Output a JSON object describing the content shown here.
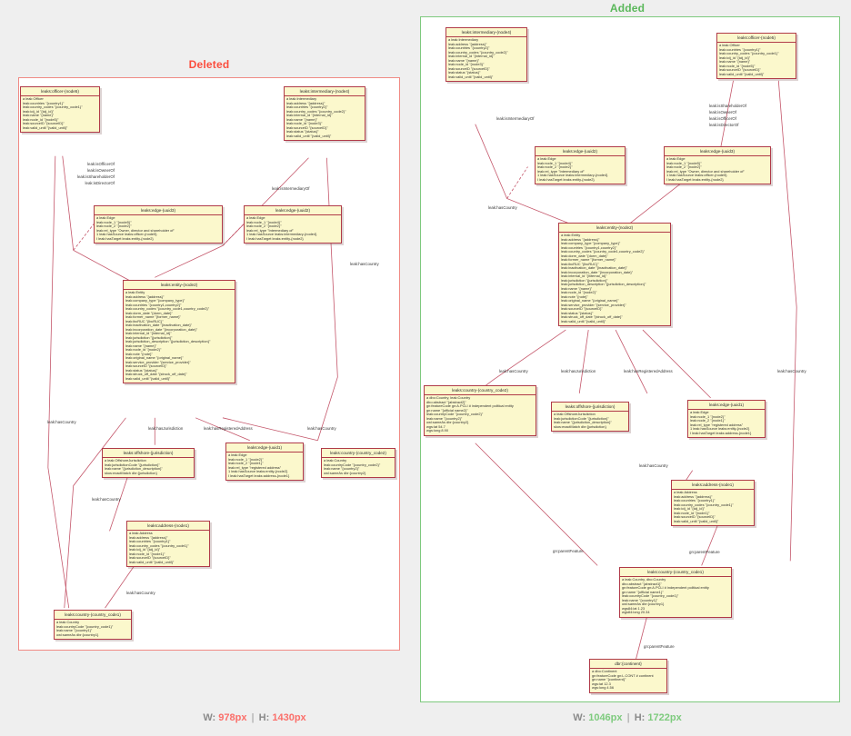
{
  "headings": {
    "deleted": "Deleted",
    "added": "Added"
  },
  "colors": {
    "deleted": "#fb4d3d",
    "added": "#5bb85b",
    "node_fill": "#fbf8cc",
    "node_border": "#b03a48",
    "edge": "#c4566a"
  },
  "footer": {
    "left": {
      "w_label": "W:",
      "w_value": "978px",
      "sep": "|",
      "h_label": "H:",
      "h_value": "1430px"
    },
    "right": {
      "w_label": "W:",
      "w_value": "1046px",
      "sep": "|",
      "h_label": "H:",
      "h_value": "1722px"
    }
  },
  "deleted_panel": {
    "nodes": [
      {
        "id": "d-officer",
        "title": "leaks:officer-(node5)",
        "rows": [
          "a leak:Officer",
          "leak:countries \"{country1}\"",
          "leak:country_codes \"{country_code1}\"",
          "leak:icij_id \"{icij_id}\"",
          "leak:name \"{name}\"",
          "leak:node_id \"{node5}\"",
          "leak:sourceID \"{sourceID}\"",
          "leak:valid_until \"{valid_until}\""
        ]
      },
      {
        "id": "d-intermediary",
        "title": "leaks:intermediary-(node4)",
        "rows": [
          "a leak:Intermediary",
          "leak:address \"{address}\"",
          "leak:countries \"{country2}\"",
          "leak:country_codes \"{country_code2}\"",
          "leak:internal_id \"{internal_id}\"",
          "leak:name \"{name}\"",
          "leak:node_id \"{node3}\"",
          "leak:sourceID \"{sourceID}\"",
          "leak:status \"{status}\"",
          "leak:valid_until \"{valid_until}\""
        ]
      },
      {
        "id": "d-edge3",
        "title": "leaks:edge-(uuid3)",
        "rows": [
          "a leak:Edge",
          "leak:node_1 \"{node5}\"",
          "leak:node_2 \"{node2}\"",
          "leak:rel_type \"Owner, director and shareholder of\"",
          "1 leak:hasSource leaks:officer-{node5}",
          "I leak:hasTarget leaks:entity-{node2}"
        ]
      },
      {
        "id": "d-edge2",
        "title": "leaks:edge-(uuid2)",
        "rows": [
          "a leak:Edge",
          "leak:node_1 \"{node4}\"",
          "leak:node_2 \"{node2}\"",
          "leak:rel_type \"Intermediary of\"",
          "1 leak:hasSource leaks:intermediary-{node4}",
          "I leak:hasTarget leaks:entity-{node2}"
        ]
      },
      {
        "id": "d-entity",
        "title": "leaks:entity-(node2)",
        "rows": [
          "a leak:Entity",
          "leak:address \"{address}\"",
          "leak:company_type \"{company_type}\"",
          "leak:countries \"{country1,country2}\"",
          "leak:country_codes \"{country_code1,country_code2}\"",
          "leak:dorm_date \"{dorm_date}\"",
          "leak:former_name \"{former_name}\"",
          "leak:ibcRUC \"{ibcRUC}\"",
          "leak:inactivation_date \"{inactivation_date}\"",
          "leak:incorporation_date \"{incorporation_date}\"",
          "leak:internal_id \"{internal_id}\"",
          "leak:jurisdiction \"{jurisdiction}\"",
          "leak:jurisdiction_description \"{jurisdiction_description}\"",
          "leak:name \"{name}\"",
          "leak:node_id \"{node2}\"",
          "leak:note \"{note}\"",
          "leak:original_name \"{original_name}\"",
          "leak:service_provider \"{service_provider}\"",
          "leak:sourceID \"{sourceID}\"",
          "leak:status \"{status}\"",
          "leak:struck_off_date \"{struck_off_date}\"",
          "leak:valid_until \"{valid_until}\""
        ]
      },
      {
        "id": "d-offshore",
        "title": "leaks:offshore-(jurisdiction)",
        "rows": [
          "a leak:OffshoreJurisdiction",
          "leak:jurisdictionCode \"{jurisdiction}\"",
          "leak:name \"{jurisdiction_description}\"",
          "skos:exactMatch dbr:{jurisdiction}"
        ]
      },
      {
        "id": "d-edge1",
        "title": "leaks:edge-(uuid1)",
        "rows": [
          "a leak:Edge",
          "leak:node_1 \"{node2}\"",
          "leak:node_2 \"{node1}\"",
          "leak:rel_type \"registered address\"",
          "1 leak:hasSource leaks:entity-{node2}",
          "I leak:hasTarget leaks:address-{node1}"
        ]
      },
      {
        "id": "d-country2",
        "title": "leaks:country-(country_code2)",
        "rows": [
          "a leak:Country",
          "leak:countryCode \"{country_code2}\"",
          "leak:name \"{country2}\"",
          "owl:sameAs dbr:{country2}"
        ]
      },
      {
        "id": "d-address",
        "title": "leaks:address-(node1)",
        "rows": [
          "a leak:Address",
          "leak:address \"{address}\"",
          "leak:countries \"{country1}\"",
          "leak:country_codes \"{country_code1}\"",
          "leak:icij_id \"{icij_id}\"",
          "leak:node_id \"{node1}\"",
          "leak:sourceID \"{sourceID}\"",
          "leak:valid_until \"{valid_until}\""
        ]
      },
      {
        "id": "d-country1",
        "title": "leaks:country-(country_code1)",
        "rows": [
          "a leak:Country",
          "leak:countryCode \"{country_code1}\"",
          "leak:name \"{country1}\"",
          "owl:sameAs dbr:{country1}"
        ]
      }
    ],
    "edge_labels": [
      "leak:isOfficerOf",
      "leak:isOwnerOf",
      "leak:isShareholderOf",
      "leak:isDirectorOf",
      "leak:isIntermediaryOf",
      "leak:hasCountry",
      "leak:hasJurisdiction",
      "leak:hasRegisteredAddress",
      "leak:hasCountry",
      "leak:hasCountry",
      "leak:hasCountry",
      "leak:hasCountry"
    ]
  },
  "added_panel": {
    "nodes": [
      {
        "id": "a-intermediary",
        "title": "leaks:intermediary-(node4)",
        "rows": [
          "a leak:Intermediary",
          "leak:address \"{address}\"",
          "leak:countries \"{country2}\"",
          "leak:country_codes \"{country_code2}\"",
          "leak:internal_id \"{internal_id}\"",
          "leak:name \"{name}\"",
          "leak:node_id \"{node3}\"",
          "leak:sourceID \"{sourceID}\"",
          "leak:status \"{status}\"",
          "leak:valid_until \"{valid_until}\""
        ]
      },
      {
        "id": "a-officer",
        "title": "leaks:officer-(node5)",
        "rows": [
          "a leak:Officer",
          "leak:countries \"{country1}\"",
          "leak:country_codes \"{country_code1}\"",
          "leak:icij_id \"{icij_id}\"",
          "leak:name \"{name}\"",
          "leak:node_id \"{node5}\"",
          "leak:sourceID \"{sourceID}\"",
          "leak:valid_until \"{valid_until}\""
        ]
      },
      {
        "id": "a-edge2",
        "title": "leaks:edge-(uuid2)",
        "rows": [
          "a leak:Edge",
          "leak:node_1 \"{node4}\"",
          "leak:node_2 \"{node2}\"",
          "leak:rel_type \"Intermediary of\"",
          "1 leak:hasSource leaks:intermediary-{node4}",
          "I leak:hasTarget leaks:entity-{node2}"
        ]
      },
      {
        "id": "a-edge3",
        "title": "leaks:edge-(uuid3)",
        "rows": [
          "a leak:Edge",
          "leak:node_1 \"{node5}\"",
          "leak:node_2 \"{node2}\"",
          "leak:rel_type \"Owner, director and shareholder of\"",
          "1 leak:hasSource leaks:officer-{node5}",
          "I leak:hasTarget leaks:entity-{node2}"
        ]
      },
      {
        "id": "a-entity",
        "title": "leaks:entity-(node2)",
        "rows": [
          "a leak:Entity",
          "leak:address \"{address}\"",
          "leak:company_type \"{company_type}\"",
          "leak:countries \"{country1,country2}\"",
          "leak:country_codes \"{country_code1,country_code2}\"",
          "leak:dorm_date \"{dorm_date}\"",
          "leak:former_name \"{former_name}\"",
          "leak:ibcRUC \"{ibcRUC}\"",
          "leak:inactivation_date \"{inactivation_date}\"",
          "leak:incorporation_date \"{incorporation_date}\"",
          "leak:internal_id \"{internal_id}\"",
          "leak:jurisdiction \"{jurisdiction}\"",
          "leak:jurisdiction_description \"{jurisdiction_description}\"",
          "leak:name \"{name}\"",
          "leak:node_id \"{node2}\"",
          "leak:note \"{note}\"",
          "leak:original_name \"{original_name}\"",
          "leak:service_provider \"{service_provider}\"",
          "leak:sourceID \"{sourceID}\"",
          "leak:status \"{status}\"",
          "leak:struck_off_date \"{struck_off_date}\"",
          "leak:valid_until \"{valid_until}\""
        ]
      },
      {
        "id": "a-country2",
        "title": "leaks:country-(country_code2)",
        "rows": [
          "a dbo:Country, leak:Country",
          "dbo:abstract \"{abstract2}\"",
          "gn:featureCode gn:A.PCLI # independent political entity",
          "gn:name \"{official name2}\"",
          "leak:countryCode \"{country_code2}\"",
          "leak:name \"{country2}\"",
          "owl:sameAs dbr:{country2}",
          "wgs:lat 54.7",
          "wgs:long 8.90"
        ]
      },
      {
        "id": "a-offshore",
        "title": "leaks:offshore-(jurisdiction)",
        "rows": [
          "a leak:OffshoreJurisdiction",
          "leak:jurisdictionCode \"{jurisdiction}\"",
          "leak:name \"{jurisdiction_description}\"",
          "skos:exactMatch dbr:{jurisdiction}"
        ]
      },
      {
        "id": "a-edge1",
        "title": "leaks:edge-(uuid1)",
        "rows": [
          "a leak:Edge",
          "leak:node_1 \"{node2}\"",
          "leak:node_2 \"{node1}\"",
          "leak:rel_type \"registered address\"",
          "1 leak:hasSource leaks:entity-{node2}",
          "I leak:hasTarget leaks:address-{node1}"
        ]
      },
      {
        "id": "a-address",
        "title": "leaks:address-(node1)",
        "rows": [
          "a leak:Address",
          "leak:address \"{address}\"",
          "leak:countries \"{country1}\"",
          "leak:country_codes \"{country_code1}\"",
          "leak:icij_id \"{icij_id}\"",
          "leak:node_id \"{node1}\"",
          "leak:sourceID \"{sourceID}\"",
          "leak:valid_until \"{valid_until}\""
        ]
      },
      {
        "id": "a-country1",
        "title": "leaks:country-(country_code1)",
        "rows": [
          "a leak:Country, dbo:Country",
          "dbo:abstract \"{abstract1}\"",
          "gn:featureCode gn:A.PCLI # independent political entity",
          "gn:name \"{official name1}\"",
          "leak:countryCode \"{country_code1}\"",
          "leak:name \"{country1}\"",
          "owl:sameAs dbr:{country1}",
          "wgs84:lat 1.23",
          "wgs84:long 20.34"
        ]
      },
      {
        "id": "a-continent",
        "title": "dbr:{continent}",
        "rows": [
          "a dbo:Continent",
          "gn:featureCode gn:L.CONT # continent",
          "gn:name \"{continent}\"",
          "wgs:lat 12.3",
          "wgs:long 4.56"
        ]
      }
    ],
    "edge_labels": [
      "leak:isIntermediaryOf",
      "leak:isShareholderOf",
      "leak:isOwnerOf",
      "leak:isOfficerOf",
      "leak:isDirectorOf",
      "leak:hasCountry",
      "leak:hasJurisdiction",
      "leak:hasRegisteredAddress",
      "leak:hasCountry",
      "leak:hasCountry",
      "leak:hasCountry",
      "gn:parentFeature",
      "gn:parentFeature"
    ]
  }
}
